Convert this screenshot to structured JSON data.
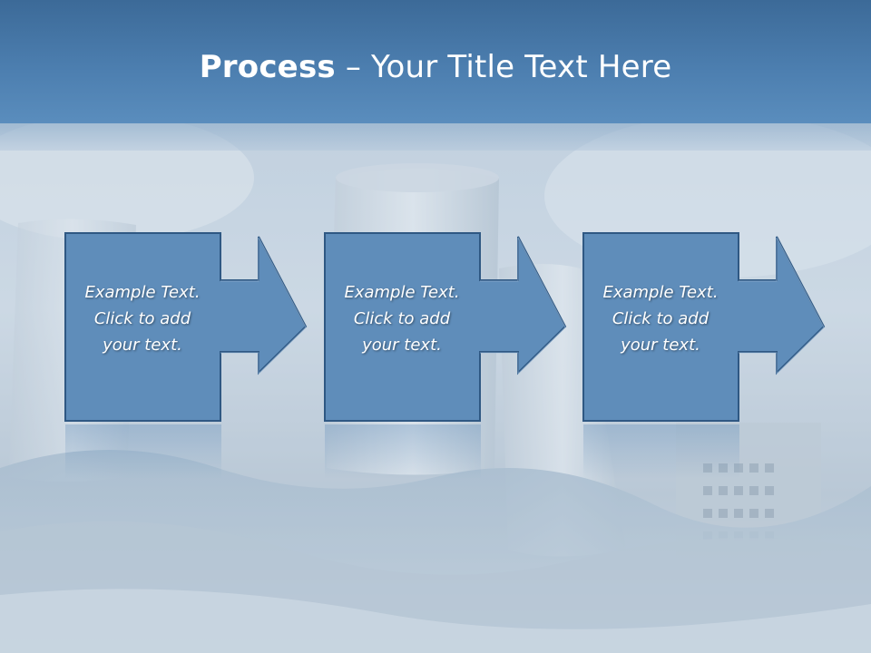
{
  "slide": {
    "title_bold": "Process",
    "title_rest": " – Your Title Text Here"
  },
  "steps": [
    {
      "line1": "Example Text.",
      "line2": "Click  to add",
      "line3": "your text."
    },
    {
      "line1": "Example Text.",
      "line2": "Click  to add",
      "line3": "your text."
    },
    {
      "line1": "Example Text.",
      "line2": "Click  to add",
      "line3": "your text."
    }
  ],
  "colors": {
    "title_band": "#4c7eaf",
    "step_fill": "#5f8dba",
    "step_border": "#2f5883",
    "text": "#ffffff"
  },
  "icons": [
    "arrow-right-icon"
  ]
}
